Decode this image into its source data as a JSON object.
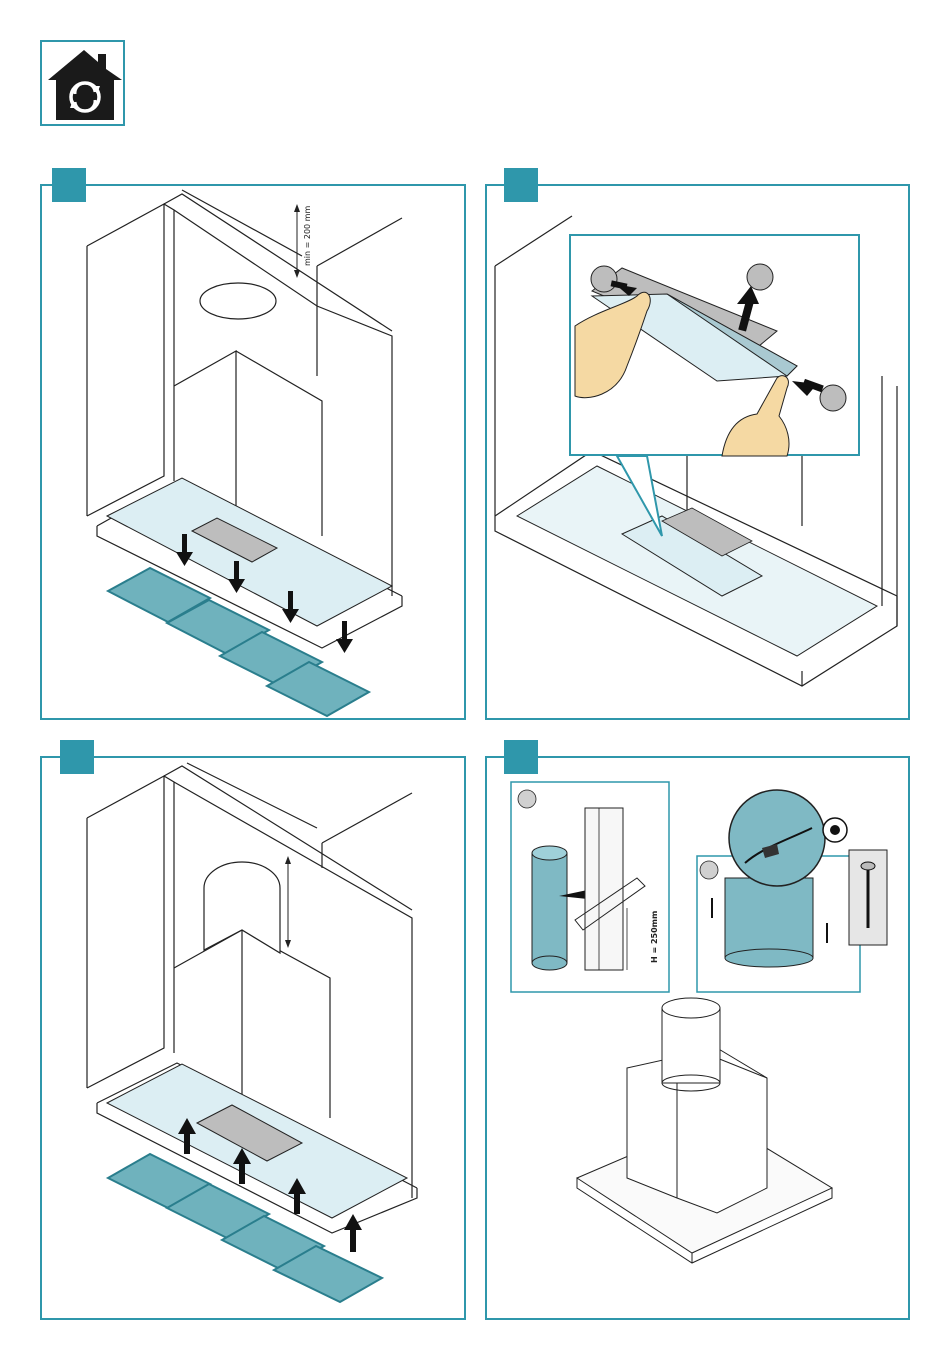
{
  "header": {
    "icon": "house-recirculation-icon"
  },
  "panels": [
    {
      "id": "step-1",
      "label": "",
      "dimension_label": "min = 200 mm"
    },
    {
      "id": "step-2",
      "label": "",
      "callouts": [
        "",
        "",
        ""
      ]
    },
    {
      "id": "step-3",
      "label": ""
    },
    {
      "id": "step-4",
      "label": "",
      "sub_callouts": [
        "",
        ""
      ],
      "dimension_label": "H = 250mm"
    }
  ],
  "colors": {
    "accent": "#2f97ab",
    "filter_fill": "#6fb2bd",
    "filter_stroke": "#2a7e8d",
    "panel_fill": "#dceef3",
    "duct_fill": "#7fb9c4",
    "hand_fill": "#f5d9a3",
    "grey_fill": "#bdbdbd"
  }
}
